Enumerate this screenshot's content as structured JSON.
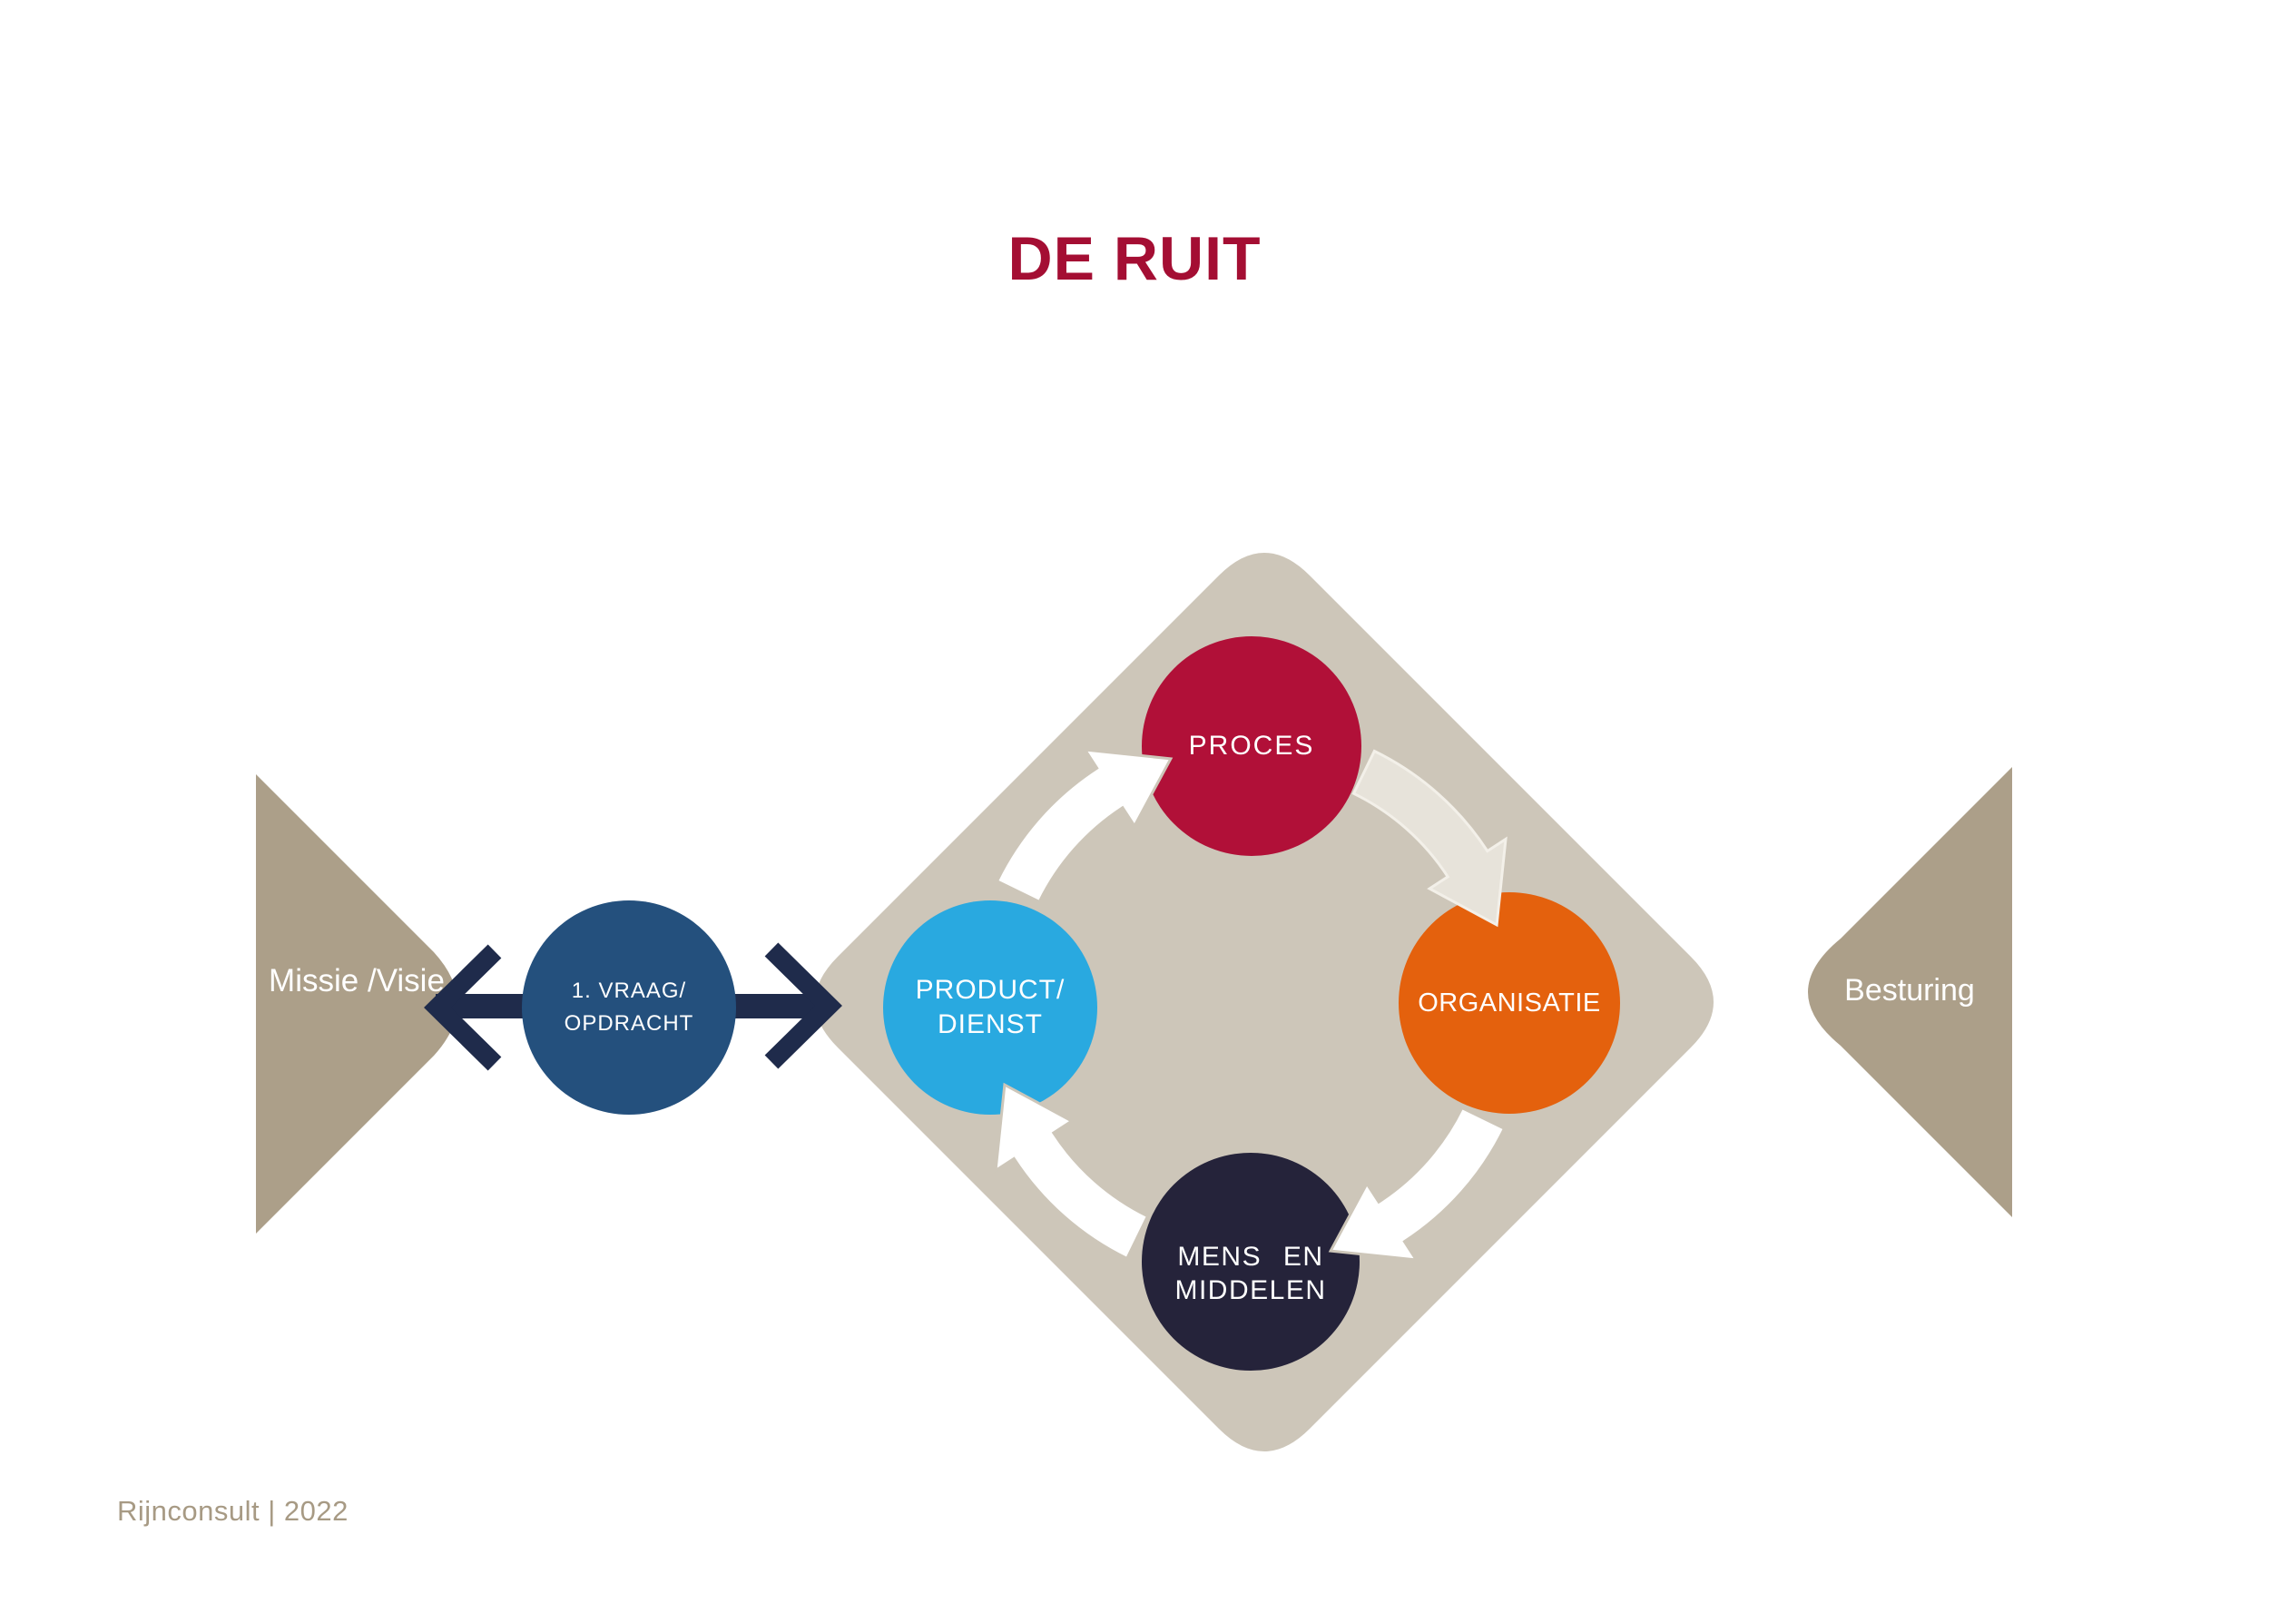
{
  "title": "DE RUIT",
  "footer": "Rijnconsult | 2022",
  "mission_triangle": {
    "line1": "Missie",
    "line2": "/Visie"
  },
  "besturing_triangle": {
    "label": "Besturing"
  },
  "vraag_circle": {
    "line1": "1. VRAAG/",
    "line2": "OPDRACHT"
  },
  "cycle": {
    "product": {
      "line1": "PRODUCT/",
      "line2": "DIENST"
    },
    "proces": {
      "label": "PROCES"
    },
    "organisatie": {
      "label": "ORGANISATIE"
    },
    "mens": {
      "line1": "MENS EN",
      "line2": "MIDDELEN"
    }
  },
  "colors": {
    "title_red": "#A40E33",
    "triangle_beige": "#AC9F89",
    "diamond_beige": "#CDC6B9",
    "vraag_navy": "#24507D",
    "arrow_navy": "#1F2B4B",
    "proces_red": "#B11038",
    "organisatie_orange": "#E4610D",
    "product_blue": "#29A9E0",
    "mens_dark": "#25233A",
    "arrow_white": "#FFFFFF",
    "arrow_offwhite": "#E7E3DA",
    "arrow_offwhite_edge": "#F3F0E9",
    "footer_taupe": "#A79A84"
  }
}
